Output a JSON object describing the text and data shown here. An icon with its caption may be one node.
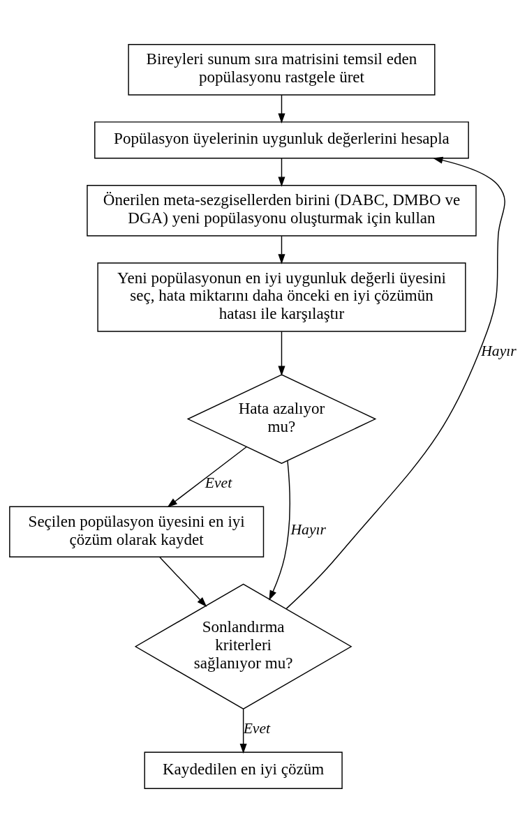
{
  "diagram": {
    "nodes": [
      {
        "text": [
          "Bireyleri sunum sıra matrisini temsil eden popülasyonu rastgele üret"
        ]
      },
      {
        "text": [
          "Popülasyon üyelerinin uygunluk değerlerini hesapla"
        ]
      },
      {
        "text": [
          "Önerilen meta-sezgisellerden birini (DABC, DMBO ve DGA) yeni popülasyonu oluşturmak için kullan"
        ]
      },
      {
        "text": [
          "Yeni popülasyonun en iyi uygunluk değerli üyesini seç, hata miktarını daha önceki en iyi çözümün hatası ile karşılaştır"
        ]
      },
      {
        "text": [
          "Hata azalıyor mu?"
        ]
      },
      {
        "text": [
          "Seçilen popülasyon üyesini en iyi çözüm olarak kaydet"
        ]
      },
      {
        "text": [
          "Sonlandırma kriterleri sağlanıyor mu?"
        ]
      },
      {
        "text": [
          "Kaydedilen en iyi çözüm"
        ]
      }
    ],
    "edges": [
      {
        "from": 0,
        "to": 1,
        "arrow": "to"
      },
      {
        "from": 1,
        "to": 2,
        "arrow": "to"
      },
      {
        "from": 2,
        "to": 3,
        "arrow": "to"
      },
      {
        "from": 3,
        "to": 4,
        "arrow": "to"
      },
      {
        "from": 4,
        "to": 5,
        "arrow": "to",
        "label": "Evet"
      },
      {
        "from": 4,
        "to": 6,
        "arrow": "to",
        "label": "Hayır"
      },
      {
        "from": 5,
        "to": 6,
        "arrow": "to"
      },
      {
        "from": 6,
        "to": 7,
        "arrow": "to",
        "label": "Evet"
      },
      {
        "from": 6,
        "to": 1,
        "arrow": "to",
        "label": "Hayır"
      }
    ]
  }
}
